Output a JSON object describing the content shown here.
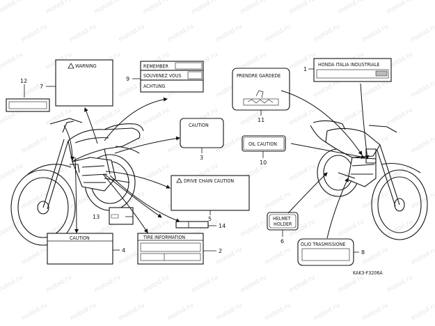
{
  "watermark": "motod.ru",
  "drawing_code": "KAK3-F3206A",
  "labels": {
    "warning": "WARNING",
    "remember": "REMEMBER",
    "souvenez": "SOUVENEZ VOUS",
    "achtung": "ACHTUNG",
    "caution3": "CAUTION",
    "drive_chain": "DRIVE CHAIN CAUTION",
    "tire_info": "TIRE INFORMATION",
    "caution4": "CAUTION",
    "prendre": "PRENDRE GARDEDE",
    "honda": "HONDA ITALIA INDUSTRIALE",
    "oil_caution": "OIL CAUTION",
    "helmet_1": "HELMET",
    "helmet_2": "HOLDER",
    "olio": "OLIO TRASMISSIONE"
  },
  "callouts": {
    "n1": "1",
    "n2": "2",
    "n3": "3",
    "n4": "4",
    "n5": "5",
    "n6": "6",
    "n7": "7",
    "n8": "8",
    "n9": "9",
    "n10": "10",
    "n11": "11",
    "n12": "12",
    "n13": "13",
    "n14": "14"
  }
}
